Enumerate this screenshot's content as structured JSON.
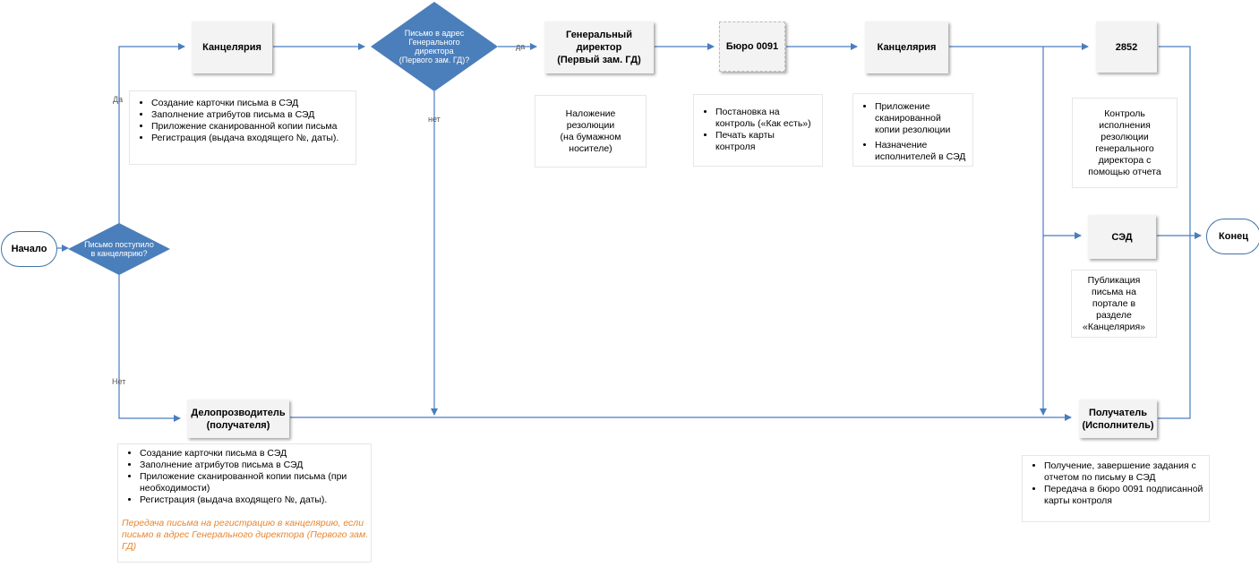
{
  "colors": {
    "line": "#4a7dbf",
    "diamond": "#4b7fbb",
    "box_fill": "#f3f3f3",
    "note_orange": "#e8862f"
  },
  "terminals": {
    "start": "Начало",
    "end": "Конец"
  },
  "decisions": {
    "received": "Письмо поступило\nв канцелярию?",
    "addressed": "Письмо в адрес\nГенерального\nдиректора\n(Первого зам. ГД)?"
  },
  "boxes": {
    "chancellery1": "Канцелярия",
    "general_director": "Генеральный\nдиректор\n(Первый зам. ГД)",
    "bureau": "Бюро 0091",
    "chancellery2": "Канцелярия",
    "b2852": "2852",
    "sed": "СЭД",
    "clerk": "Делопрозводитель\n(получателя)",
    "recipient": "Получатель\n(Исполнитель)"
  },
  "edge_labels": {
    "yes1": "Да",
    "no1": "Нет",
    "yes2": "да",
    "no2": "нет"
  },
  "notes": {
    "chancellery1": [
      "Создание карточки письма в СЭД",
      "Заполнение атрибутов письма в СЭД",
      "Приложение сканированной копии письма",
      "Регистрация (выдача входящего №, даты)."
    ],
    "general_director": "Наложение\nрезолюции\n(на бумажном\nносителе)",
    "bureau": [
      "Постановка на контроль («Как есть»)",
      "Печать карты контроля"
    ],
    "chancellery2": [
      "Приложение сканированной копии резолюции",
      "Назначение исполнителей в СЭД"
    ],
    "b2852": "Контроль\nисполнения\nрезолюции\nгенерального\nдиректора с\nпомощью отчета",
    "sed": "Публикация\nписьма на\nпортале в\nразделе\n«Канцелярия»",
    "clerk": [
      "Создание карточки письма в СЭД",
      "Заполнение атрибутов письма в СЭД",
      "Приложение сканированной копии письма (при необходимости)",
      "Регистрация (выдача входящего №, даты)."
    ],
    "clerk_italic": "Передача письма на регистрацию в канцелярию, если письмо в адрес Генерального директора (Первого зам. ГД)",
    "recipient": [
      "Получение, завершение задания с отчетом по письму в СЭД",
      "Передача в бюро 0091 подписанной карты контроля"
    ]
  }
}
